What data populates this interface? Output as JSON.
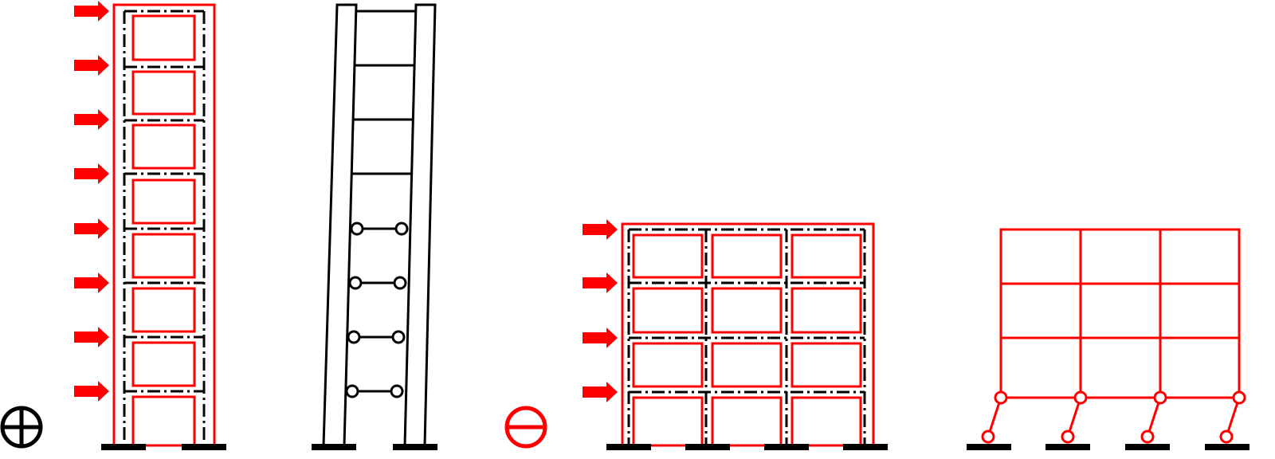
{
  "symbols": {
    "positive": {
      "glyph": "circle-plus-icon",
      "color": "#000000"
    },
    "negative": {
      "glyph": "circle-minus-icon",
      "color": "#ff0000"
    }
  },
  "frames": [
    {
      "name": "tall-frame-loaded",
      "bays": 1,
      "stories": 8,
      "load_arrows": 8,
      "color": "#ff0000",
      "line_color": "#000000"
    },
    {
      "name": "tall-frame-deformed",
      "bays": 1,
      "stories": 8,
      "pinned_links": 4,
      "color": "#000000"
    },
    {
      "name": "low-frame-loaded",
      "bays": 3,
      "stories": 4,
      "load_arrows": 4,
      "color": "#ff0000",
      "line_color": "#000000"
    },
    {
      "name": "low-frame-pinned-base",
      "bays": 3,
      "stories": 3,
      "pinned_supports": 4,
      "color": "#ff0000"
    }
  ],
  "colors": {
    "accent": "#ff0000",
    "ink": "#000000",
    "background": "#ffffff"
  }
}
